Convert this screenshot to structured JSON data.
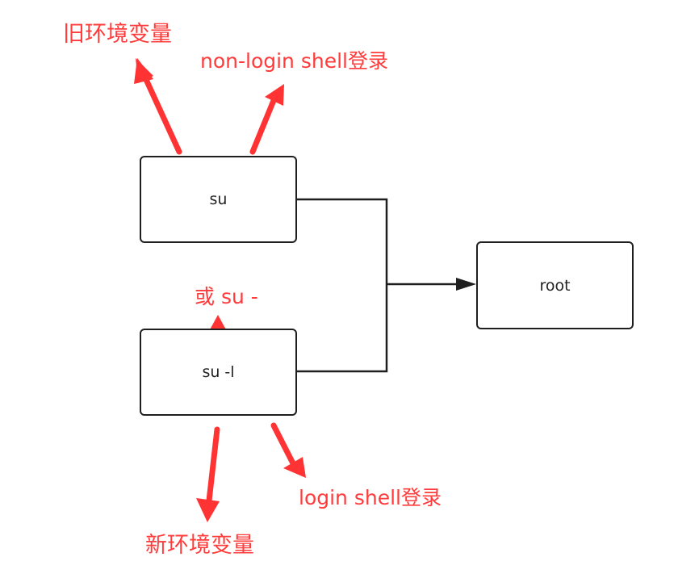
{
  "nodes": {
    "su": "su",
    "su_l": "su -l",
    "root": "root"
  },
  "annotations": {
    "old_env": "旧环境变量",
    "non_login": "non-login shell登录",
    "or_su_dash": "或 su -",
    "login_shell": "login shell登录",
    "new_env": "新环境变量"
  },
  "colors": {
    "annotation": "#ff3b3b",
    "connector": "#1f1f1f"
  }
}
